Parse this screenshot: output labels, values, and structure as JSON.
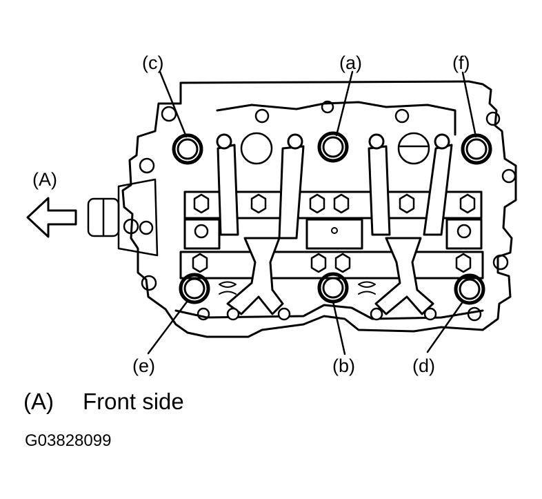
{
  "callouts": {
    "a": "(a)",
    "b": "(b)",
    "c": "(c)",
    "d": "(d)",
    "e": "(e)",
    "f": "(f)",
    "A": "(A)"
  },
  "legend": {
    "key": "(A)",
    "text": "Front side"
  },
  "figure_code": "G03828099"
}
